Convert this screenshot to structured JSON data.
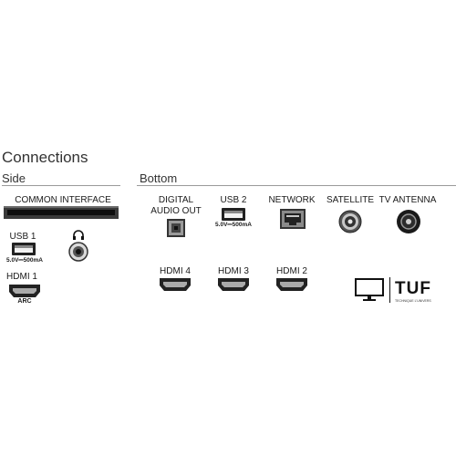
{
  "page": {
    "title": "Connections",
    "sections": {
      "side": "Side",
      "bottom": "Bottom"
    }
  },
  "side": {
    "common_interface": "COMMON INTERFACE",
    "usb1": {
      "label": "USB 1",
      "spec": "5.0V⎓500mA"
    },
    "headphone": {
      "icon": "headphone-icon"
    },
    "hdmi1": {
      "label": "HDMI 1",
      "sub": "ARC"
    }
  },
  "bottom": {
    "digital_audio": {
      "line1": "DIGITAL",
      "line2": "AUDIO OUT"
    },
    "usb2": {
      "label": "USB 2",
      "spec": "5.0V⎓500mA"
    },
    "network": {
      "label": "NETWORK"
    },
    "satellite": {
      "label": "SATELLITE"
    },
    "tv_antenna": {
      "label": "TV ANTENNA"
    },
    "hdmi4": {
      "label": "HDMI 4"
    },
    "hdmi3": {
      "label": "HDMI 3"
    },
    "hdmi2": {
      "label": "HDMI 2"
    }
  },
  "badge": {
    "text": "TUF",
    "subtext": "TECHNIQUE L'UNIVERS"
  }
}
